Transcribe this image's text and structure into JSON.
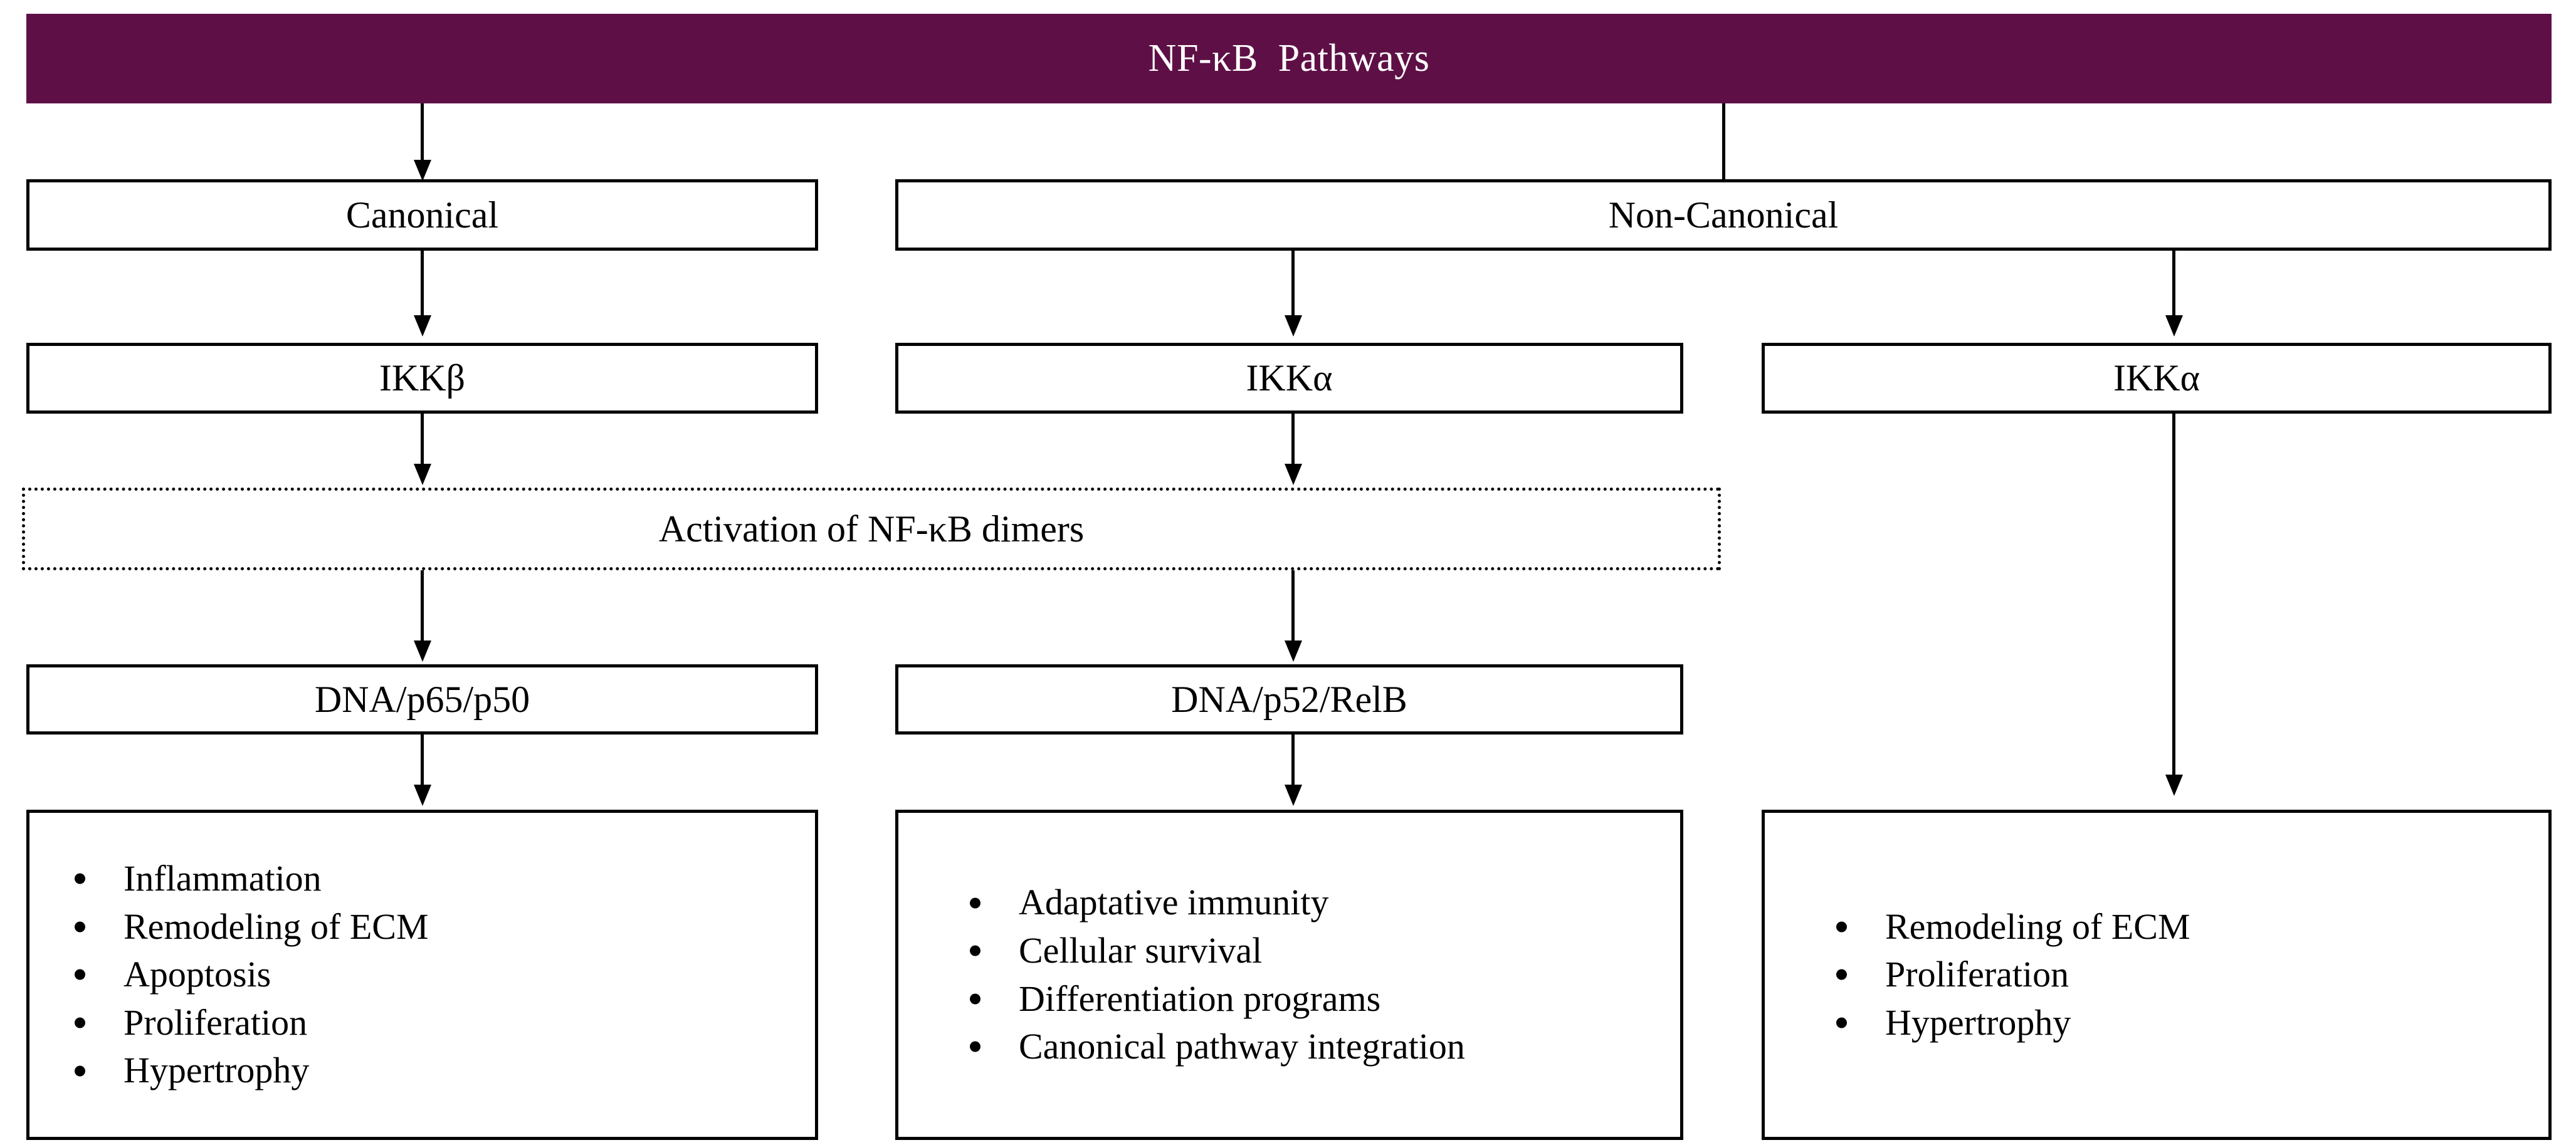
{
  "title": "NF-κB  Pathways",
  "theme": {
    "header_bg": "#5E1046",
    "header_text": "#FFFFFF",
    "box_border": "#000000",
    "box_bg": "#FFFFFF",
    "text": "#000000"
  },
  "nodes": {
    "header": "NF-κB  Pathways",
    "canonical": "Canonical",
    "non_canonical": "Non-Canonical",
    "ikk_beta": "IKKβ",
    "ikk_alpha_mid": "IKKα",
    "ikk_alpha_right": "IKKα",
    "activation": "Activation of NF-κB dimers",
    "dna_p65_p50": "DNA/p65/p50",
    "dna_p52_relb": "DNA/p52/RelB"
  },
  "outcomes": {
    "canonical_list": [
      "Inflammation",
      "Remodeling of ECM",
      "Apoptosis",
      "Proliferation",
      "Hypertrophy"
    ],
    "non_canonical_list": [
      "Adaptative immunity",
      "Cellular survival",
      "Differentiation programs",
      "Canonical pathway integration"
    ],
    "non_canonical_alt_list": [
      "Remodeling of ECM",
      "Proliferation",
      "Hypertrophy"
    ]
  }
}
